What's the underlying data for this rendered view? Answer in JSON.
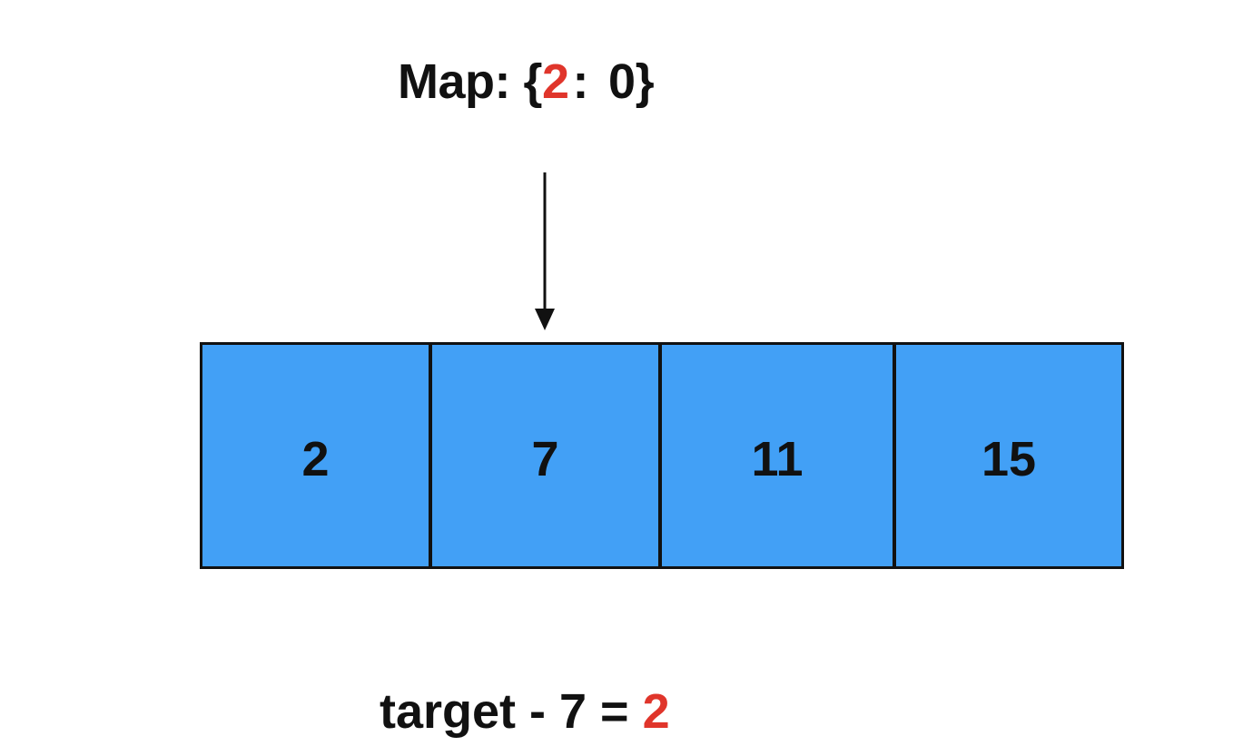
{
  "map_label": {
    "prefix": "Map: {",
    "key": "2",
    "separator": ":",
    "value": "0",
    "suffix": "}"
  },
  "array": {
    "cells": [
      "2",
      "7",
      "11",
      "15"
    ],
    "pointer_index": 1
  },
  "equation": {
    "left": "target - 7 = ",
    "result": "2"
  },
  "colors": {
    "cell_fill": "#42a0f6",
    "highlight": "#e0352b",
    "outline": "#111111"
  }
}
